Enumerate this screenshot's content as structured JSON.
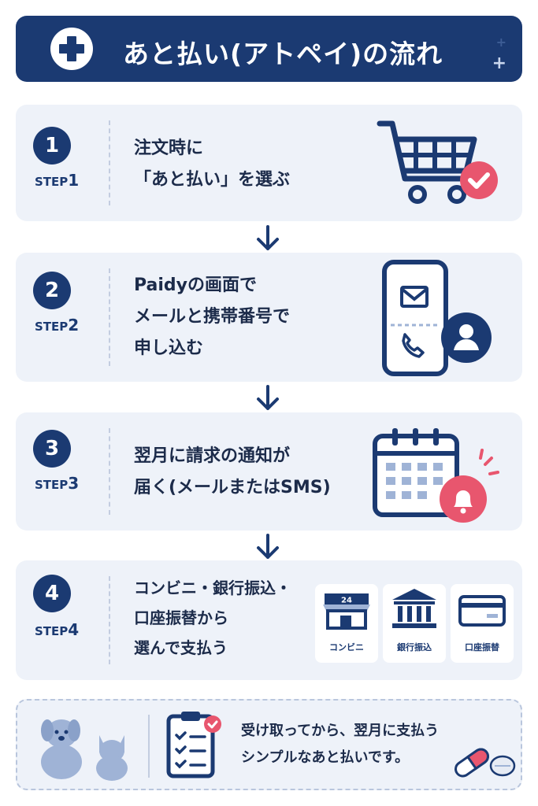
{
  "header": {
    "title": "あと払い(アトペイ)の流れ"
  },
  "steps": [
    {
      "number": "1",
      "label_prefix": "STEP",
      "label_num": "1",
      "lines": [
        "注文時に",
        "「あと払い」を選ぶ"
      ],
      "icon": "shopping-cart-check-icon"
    },
    {
      "number": "2",
      "label_prefix": "STEP",
      "label_num": "2",
      "lines": [
        "Paidyの画面で",
        "メールと携帯番号で",
        "申し込む"
      ],
      "icon": "smartphone-mail-phone-user-icon"
    },
    {
      "number": "3",
      "label_prefix": "STEP",
      "label_num": "3",
      "lines": [
        "翌月に請求の通知が",
        "届く(メールまたはSMS)"
      ],
      "icon": "calendar-bell-icon"
    },
    {
      "number": "4",
      "label_prefix": "STEP",
      "label_num": "4",
      "lines": [
        "コンビニ・銀行振込・",
        "口座振替から",
        "選んで支払う"
      ],
      "payment_options": [
        {
          "label": "コンビニ",
          "icon": "convenience-store-icon",
          "badge": "24"
        },
        {
          "label": "銀行振込",
          "icon": "bank-icon"
        },
        {
          "label": "口座振替",
          "icon": "card-icon"
        }
      ]
    }
  ],
  "footer": {
    "lines": [
      "受け取ってから、翌月に支払う",
      "シンプルなあと払いです。"
    ],
    "icons": [
      "dog-icon",
      "cat-icon",
      "clipboard-checklist-icon",
      "capsule-icon",
      "tablet-pill-icon"
    ]
  },
  "colors": {
    "navy": "#1b3a72",
    "card": "#eef2f9",
    "accent_pink": "#e8566e",
    "icon_blue": "#9fb3d6"
  }
}
